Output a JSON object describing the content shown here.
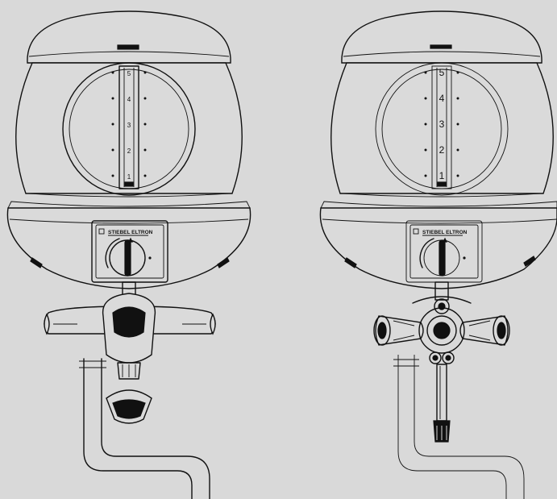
{
  "brand": "STIEBEL ELTRON",
  "scale_marks": [
    "5",
    "4",
    "3",
    "2",
    "1"
  ],
  "colors": {
    "background": "#d9d9d9",
    "line": "#111111",
    "body": "#dadada"
  },
  "units": [
    {
      "id": "left",
      "faucet": "lever-mixer"
    },
    {
      "id": "right",
      "faucet": "twin-knob-mixer"
    }
  ]
}
